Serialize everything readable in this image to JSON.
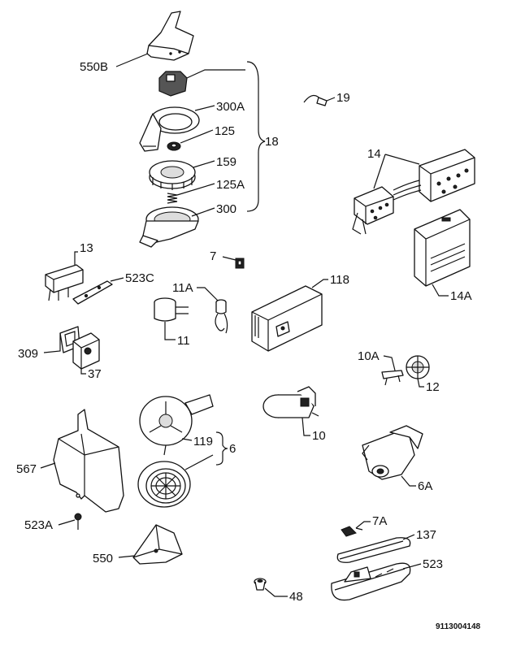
{
  "labels": {
    "l550b": "550B",
    "l300a": "300A",
    "l125": "125",
    "l18": "18",
    "l159": "159",
    "l125a": "125A",
    "l300": "300",
    "l19": "19",
    "l14": "14",
    "l14a": "14A",
    "l13": "13",
    "l523c": "523C",
    "l7": "7",
    "l118": "118",
    "l11a": "11A",
    "l11": "11",
    "l309": "309",
    "l37": "37",
    "l10a": "10A",
    "l12": "12",
    "l10": "10",
    "l119": "119",
    "l6": "6",
    "l567": "567",
    "l6a": "6A",
    "l523a": "523A",
    "l7a": "7A",
    "l137": "137",
    "l550": "550",
    "l523": "523",
    "l48": "48"
  },
  "diagram_number": "9113004148"
}
